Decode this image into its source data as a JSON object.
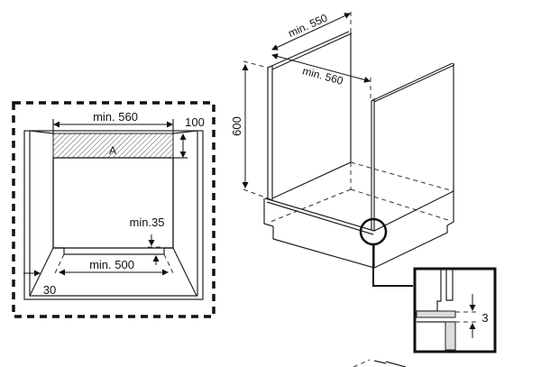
{
  "left_view": {
    "width_label": "min. 560",
    "height_label": "100",
    "area_label": "A",
    "gap_label": "min.35",
    "depth_label": "min. 500",
    "side_label": "30"
  },
  "right_view": {
    "height_label": "600",
    "depth_label": "min. 550",
    "width_label": "min. 560",
    "detail_label": "3"
  }
}
